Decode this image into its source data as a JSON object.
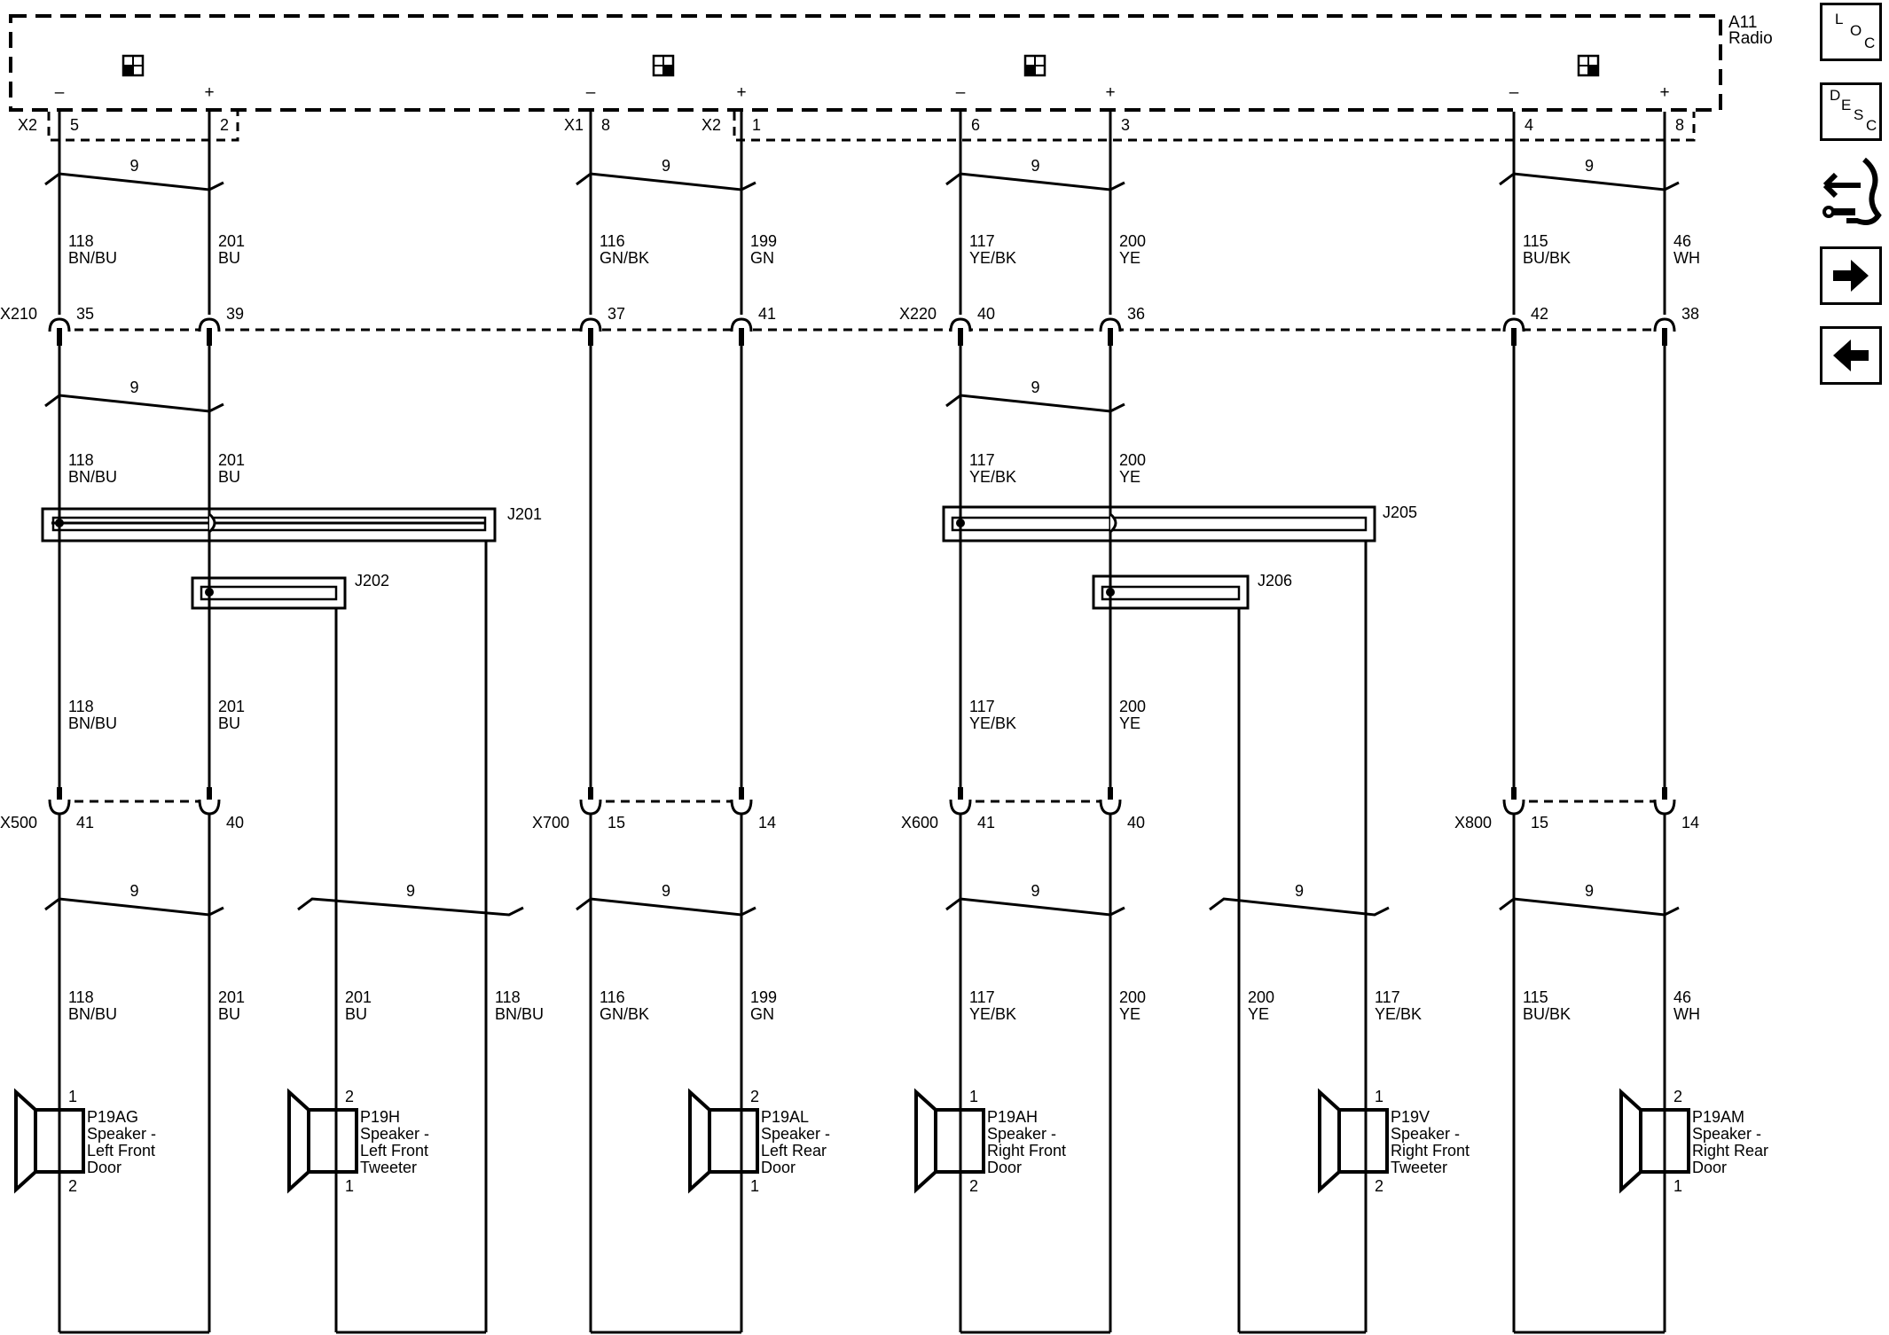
{
  "module": {
    "id": "A11",
    "name": "Radio"
  },
  "nav": {
    "loc": [
      "L",
      "O",
      "C"
    ],
    "desc": [
      "D",
      "E",
      "S",
      "C"
    ]
  },
  "icons": {
    "twisted_pair_count": "9",
    "polarity_neg": "–",
    "polarity_pos": "+"
  },
  "connectors": {
    "radio_left": "X2",
    "radio_mid": "X1",
    "radio_right": "X2",
    "inline_a": "X210",
    "inline_b": "X220",
    "door_lf": "X500",
    "door_lr": "X700",
    "door_rf": "X600",
    "door_rr": "X800"
  },
  "splices": [
    "J201",
    "J202",
    "J205",
    "J206"
  ],
  "circuits": [
    {
      "radio_pin": "5",
      "inline_pin": "35",
      "door_pin": "41",
      "circuit": "118",
      "color": "BN/BU"
    },
    {
      "radio_pin": "2",
      "inline_pin": "39",
      "door_pin": "40",
      "circuit": "201",
      "color": "BU"
    },
    {
      "radio_pin": "8",
      "inline_pin": "37",
      "door_pin": "15",
      "circuit": "116",
      "color": "GN/BK"
    },
    {
      "radio_pin": "1",
      "inline_pin": "41",
      "door_pin": "14",
      "circuit": "199",
      "color": "GN"
    },
    {
      "radio_pin": "6",
      "inline_pin": "40",
      "door_pin": "41",
      "circuit": "117",
      "color": "YE/BK"
    },
    {
      "radio_pin": "3",
      "inline_pin": "36",
      "door_pin": "40",
      "circuit": "200",
      "color": "YE"
    },
    {
      "radio_pin": "4",
      "inline_pin": "42",
      "door_pin": "15",
      "circuit": "115",
      "color": "BU/BK"
    },
    {
      "radio_pin": "8",
      "inline_pin": "38",
      "door_pin": "14",
      "circuit": "46",
      "color": "WH"
    }
  ],
  "speakers": [
    {
      "id": "P19AG",
      "l1": "Speaker -",
      "l2": "Left Front",
      "l3": "Door",
      "top_pin": "1",
      "bottom_pin": "2"
    },
    {
      "id": "P19H",
      "l1": "Speaker -",
      "l2": "Left Front",
      "l3": "Tweeter",
      "top_pin": "2",
      "bottom_pin": "1"
    },
    {
      "id": "P19AL",
      "l1": "Speaker -",
      "l2": "Left Rear",
      "l3": "Door",
      "top_pin": "2",
      "bottom_pin": "1"
    },
    {
      "id": "P19AH",
      "l1": "Speaker -",
      "l2": "Right Front",
      "l3": "Door",
      "top_pin": "1",
      "bottom_pin": "2"
    },
    {
      "id": "P19V",
      "l1": "Speaker -",
      "l2": "Right Front",
      "l3": "Tweeter",
      "top_pin": "1",
      "bottom_pin": "2"
    },
    {
      "id": "P19AM",
      "l1": "Speaker -",
      "l2": "Right Rear",
      "l3": "Door",
      "top_pin": "2",
      "bottom_pin": "1"
    }
  ]
}
